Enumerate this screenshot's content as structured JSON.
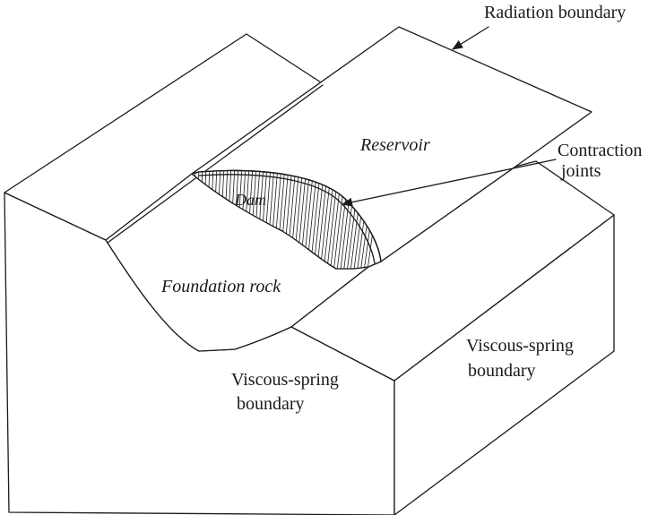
{
  "labels": {
    "radiation": "Radiation boundary",
    "reservoir": "Reservoir",
    "contraction_line1": "Contraction",
    "contraction_line2": "joints",
    "dam": "Dam",
    "foundation": "Foundation rock",
    "viscous_front_line1": "Viscous-spring",
    "viscous_front_line2": "boundary",
    "viscous_right_line1": "Viscous-spring",
    "viscous_right_line2": "boundary"
  },
  "colors": {
    "stroke": "#1a1a1a",
    "background": "#ffffff"
  }
}
